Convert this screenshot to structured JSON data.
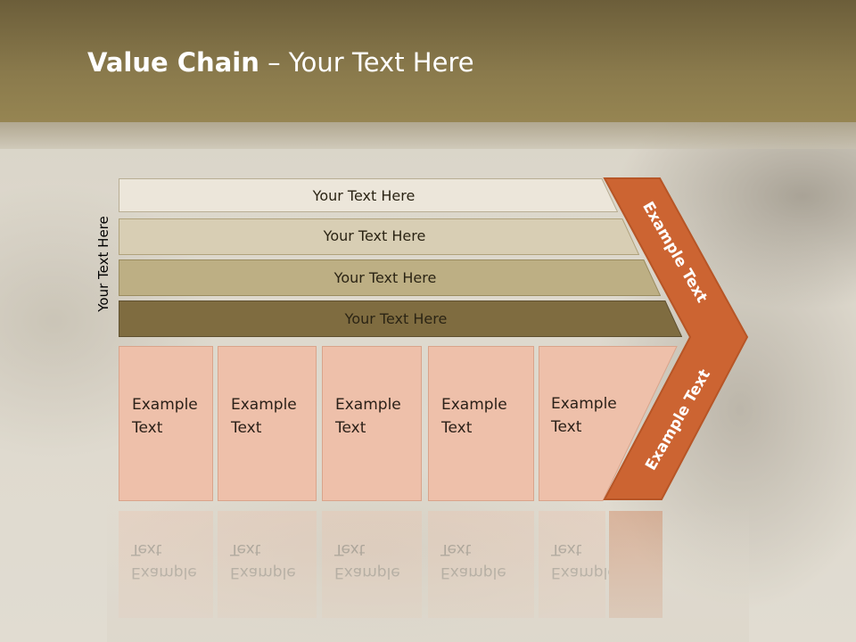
{
  "slide": {
    "title_bold": "Value Chain",
    "title_rest": " – Your Text Here"
  },
  "side_label": "Your Text Here",
  "support_bars": [
    {
      "label": "Your Text Here",
      "fill": "#ece6da"
    },
    {
      "label": "Your Text Here",
      "fill": "#d8ceb4"
    },
    {
      "label": "Your Text Here",
      "fill": "#bdaf84"
    },
    {
      "label": "Your Text Here",
      "fill": "#7f6c40"
    }
  ],
  "primary_boxes": [
    {
      "line1": "Example",
      "line2": "Text"
    },
    {
      "line1": "Example",
      "line2": "Text"
    },
    {
      "line1": "Example",
      "line2": "Text"
    },
    {
      "line1": "Example",
      "line2": "Text"
    },
    {
      "line1": "Example",
      "line2": "Text"
    }
  ],
  "chevron": {
    "top_text": "Example Text",
    "bottom_text": "Example Text",
    "fill": "#cc6432",
    "stroke": "#b75526"
  },
  "colors": {
    "header_dark": "#6c5e3a",
    "header_light": "#968552",
    "box_fill": "#eec0aa"
  }
}
